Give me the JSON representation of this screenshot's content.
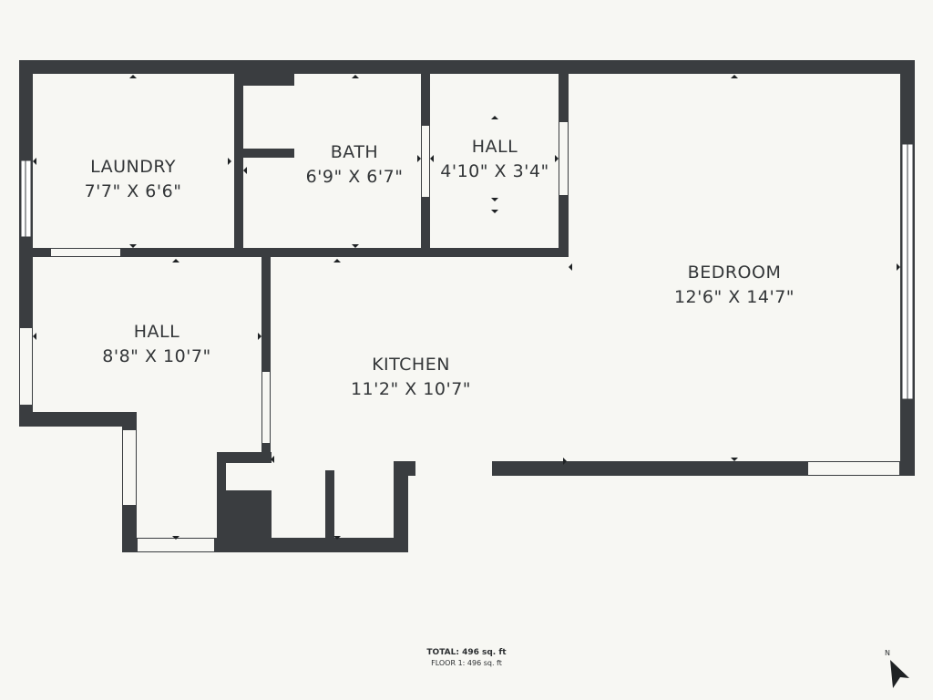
{
  "colors": {
    "wall": "#3a3d40",
    "background": "#f7f7f3",
    "opening": "#f7f7f3",
    "window": "#ffffff",
    "text": "#333638"
  },
  "rooms": [
    {
      "id": "laundry",
      "name": "LAUNDRY",
      "dims": "7'7\" X 6'6\""
    },
    {
      "id": "bath",
      "name": "BATH",
      "dims": "6'9\" X 6'7\""
    },
    {
      "id": "hall-small",
      "name": "HALL",
      "dims": "4'10\" X 3'4\""
    },
    {
      "id": "bedroom",
      "name": "BEDROOM",
      "dims": "12'6\" X 14'7\""
    },
    {
      "id": "hall-large",
      "name": "HALL",
      "dims": "8'8\" X 10'7\""
    },
    {
      "id": "kitchen",
      "name": "KITCHEN",
      "dims": "11'2\" X 10'7\""
    }
  ],
  "totals": {
    "total": "TOTAL: 496 sq. ft",
    "floor": "FLOOR 1: 496 sq. ft"
  },
  "compass": {
    "label": "N",
    "icon": "north-arrow-icon"
  }
}
